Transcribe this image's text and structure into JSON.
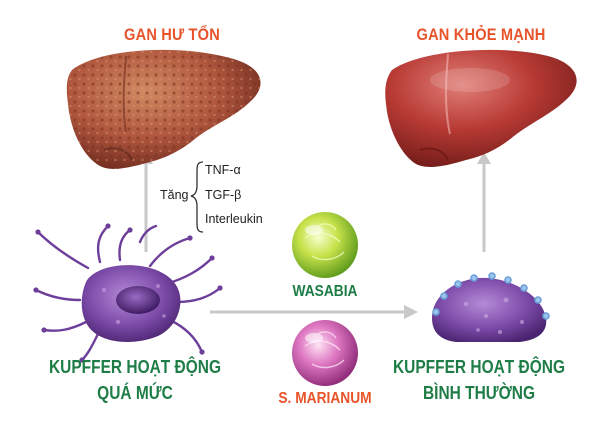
{
  "labels": {
    "damaged_liver": "GAN HƯ TỔN",
    "healthy_liver": "GAN KHỎE MẠNH",
    "increase": "Tăng",
    "cytokines": [
      "TNF-α",
      "TGF-β",
      "Interleukin"
    ],
    "overactive_line1": "KUPFFER HOẠT ĐỘNG",
    "overactive_line2": "QUÁ MỨC",
    "normal_line1": "KUPFFER HOẠT ĐỘNG",
    "normal_line2": "BÌNH THƯỜNG",
    "wasabia": "WASABIA",
    "marianum": "S. MARIANUM"
  },
  "colors": {
    "title_orange": "#e8542a",
    "text_green": "#1e7d46",
    "arrow_gray": "#c8c8c8",
    "damaged_liver": "#b0573e",
    "healthy_liver": "#a8302b",
    "kupffer_purple": "#7b4aa8",
    "wasabia_green": "#b5d83a",
    "marianum_pink": "#d56bb6"
  },
  "icons": [
    "damaged-liver-icon",
    "healthy-liver-icon",
    "overactive-kupffer-cell-icon",
    "normal-kupffer-cell-icon",
    "wasabia-sphere-icon",
    "marianum-sphere-icon"
  ]
}
